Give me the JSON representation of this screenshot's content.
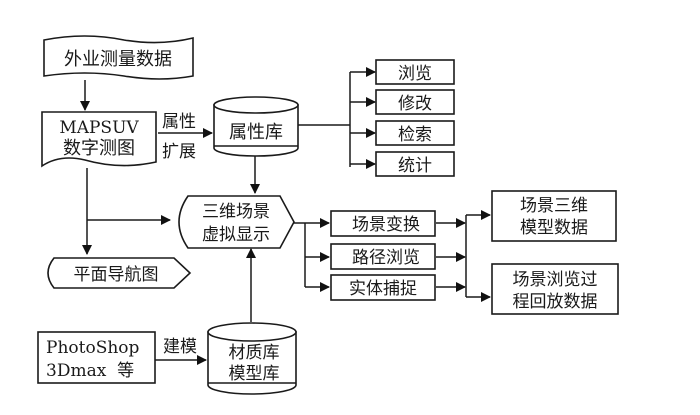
{
  "diagram": {
    "nodes": {
      "field_data": {
        "shape": "document",
        "lines": [
          "外业测量数据"
        ]
      },
      "mapsuv": {
        "shape": "document",
        "lines": [
          "MAPSUV",
          "数字测图"
        ]
      },
      "attr_db": {
        "shape": "cylinder",
        "lines": [
          "属性库"
        ]
      },
      "browse": {
        "shape": "rect",
        "lines": [
          "浏览"
        ]
      },
      "modify": {
        "shape": "rect",
        "lines": [
          "修改"
        ]
      },
      "search": {
        "shape": "rect",
        "lines": [
          "检索"
        ]
      },
      "stats": {
        "shape": "rect",
        "lines": [
          "统计"
        ]
      },
      "display_3d": {
        "shape": "display",
        "lines": [
          "三维场景",
          "虚拟显示"
        ]
      },
      "plan_nav": {
        "shape": "display",
        "lines": [
          "平面导航图"
        ]
      },
      "scene_transform": {
        "shape": "rect",
        "lines": [
          "场景变换"
        ]
      },
      "path_browse": {
        "shape": "rect",
        "lines": [
          "路径浏览"
        ]
      },
      "entity_capture": {
        "shape": "rect",
        "lines": [
          "实体捕捉"
        ]
      },
      "scene_model_data": {
        "shape": "rect",
        "lines": [
          "场景三维",
          "模型数据"
        ]
      },
      "playback_data": {
        "shape": "rect",
        "lines": [
          "场景浏览过",
          "程回放数据"
        ]
      },
      "tools": {
        "shape": "rect",
        "lines": [
          "PhotoShop",
          "3Dmax  等"
        ]
      },
      "material_db": {
        "shape": "cylinder",
        "lines": [
          "材质库",
          "模型库"
        ]
      }
    },
    "edge_labels": {
      "attr_ext": [
        "属性",
        "扩展"
      ],
      "modeling": [
        "建模"
      ]
    },
    "edges": [
      {
        "from": "field_data",
        "to": "mapsuv"
      },
      {
        "from": "mapsuv",
        "to": "attr_db",
        "label": "attr_ext"
      },
      {
        "from": "attr_db",
        "to": "browse"
      },
      {
        "from": "attr_db",
        "to": "modify"
      },
      {
        "from": "attr_db",
        "to": "search"
      },
      {
        "from": "attr_db",
        "to": "stats"
      },
      {
        "from": "attr_db",
        "to": "display_3d"
      },
      {
        "from": "mapsuv",
        "to": "display_3d"
      },
      {
        "from": "mapsuv",
        "to": "plan_nav"
      },
      {
        "from": "display_3d",
        "to": "scene_transform"
      },
      {
        "from": "display_3d",
        "to": "path_browse"
      },
      {
        "from": "display_3d",
        "to": "entity_capture"
      },
      {
        "from": "scene_transform",
        "to": "scene_model_data"
      },
      {
        "from": "path_browse",
        "to": "scene_model_data"
      },
      {
        "from": "entity_capture",
        "to": "playback_data"
      },
      {
        "from": "tools",
        "to": "material_db",
        "label": "modeling"
      },
      {
        "from": "material_db",
        "to": "display_3d"
      }
    ]
  }
}
